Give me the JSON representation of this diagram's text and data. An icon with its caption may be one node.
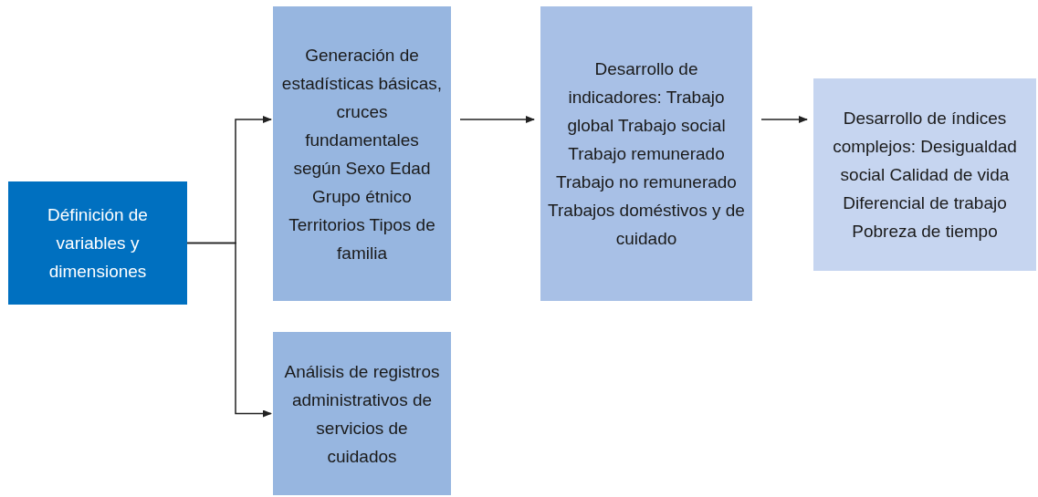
{
  "diagram": {
    "nodes": [
      {
        "text": [
          "Définición de variables y dimensiones"
        ]
      },
      {
        "text": [
          "Generación de estadísticas básicas, cruces fundamentales según Sexo Edad Grupo étnico Territorios Tipos de familia"
        ]
      },
      {
        "text": [
          "Análisis de registros administrativos de servicios de cuidados"
        ]
      },
      {
        "text": [
          "Desarrollo de indicadores: Trabajo global Trabajo social Trabajo remunerado Trabajo no remunerado Trabajos doméstivos y de cuidado"
        ]
      },
      {
        "text": [
          "Desarrollo de índices complejos: Desigualdad social Calidad de vida Diferencial de trabajo Pobreza de tiempo"
        ]
      }
    ],
    "edges": [
      {
        "from": 0,
        "to": 1,
        "arrow": "to"
      },
      {
        "from": 0,
        "to": 2,
        "arrow": "to"
      },
      {
        "from": 1,
        "to": 3,
        "arrow": "to"
      },
      {
        "from": 3,
        "to": 4,
        "arrow": "to"
      }
    ]
  }
}
